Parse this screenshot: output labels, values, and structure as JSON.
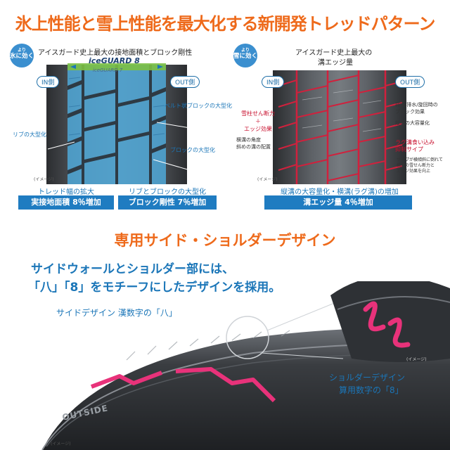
{
  "headline": "氷上性能と雪上性能を最大化する新開発トレッドパターン",
  "left_panel": {
    "badge_prefix": "より",
    "badge_text": "氷に効く",
    "title": "アイスガード史上最大の接地面積とブロック剛性",
    "brand_mark": "iceGUARD 8",
    "brand_mark_sub": "iceGUARD 7",
    "in_side": "IN側",
    "out_side": "OUT側",
    "callout_belt": "ベルト状ブロックの大型化",
    "callout_rib": "リブの大型化",
    "callout_block": "ブロックの大型化",
    "image_note": "(イメージ)",
    "caption_left": "トレッド幅の拡大",
    "box_left": "実接地面積 8％増加",
    "caption_right": "リブとブロックの大型化",
    "box_right": "ブロック剛性 7％増加"
  },
  "right_panel": {
    "badge_prefix": "より",
    "badge_text": "雪に効く",
    "title_line1": "アイスガード史上最大の",
    "title_line2": "溝エッジ量",
    "in_side": "IN側",
    "out_side": "OUT側",
    "callout_snow_1": "雪柱せん断力",
    "callout_snow_plus": "＋",
    "callout_snow_2": "エッジ効果",
    "callout_lateral_1": "横溝の角度",
    "callout_lateral_2": "斜めの溝の配置",
    "callout_drain_1": "排雪/排水/旋回時の",
    "callout_drain_2": "ブロック効果",
    "callout_vertical": "縦溝の大容量化",
    "callout_sipe_1": "ラグ溝食い込み",
    "callout_sipe_2": "抑制サイプ",
    "callout_sipe_note_1": "サイプが横傾斜に倒れて",
    "callout_sipe_note_2": "横溝の雪せん断力と",
    "callout_sipe_note_3": "エッジ効果を向上",
    "image_note": "(イメージ)",
    "caption": "縦溝の大容量化・横溝(ラグ溝)の増加",
    "box": "溝エッジ量 4％増加"
  },
  "side_section": {
    "title": "専用サイド・ショルダーデザイン",
    "line1": "サイドウォールとショルダー部には、",
    "line2": "「八」「8」をモチーフにしたデザインを採用。",
    "side_label": "サイドデザイン 漢数字の「八」",
    "shoulder_label_1": "ショルダーデザイン",
    "shoulder_label_2": "算用数字の「8」",
    "sidewall_text": "OUTSIDE",
    "image_note_right": "(イメージ)",
    "image_note_left": "(イメージ)"
  },
  "colors": {
    "orange": "#ee6a1b",
    "blue": "#1b76b8",
    "box_blue": "#1f7cc1",
    "red": "#c8102e",
    "pink": "#e8327a"
  }
}
